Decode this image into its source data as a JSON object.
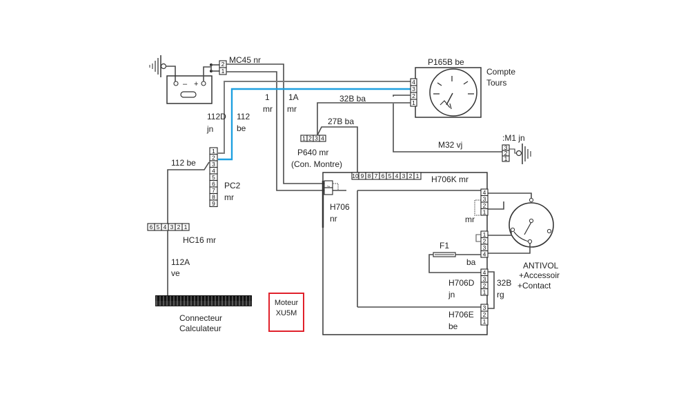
{
  "diagram": {
    "title_box": {
      "line1": "Moteur",
      "line2": "XU5M",
      "highlight_color": "#e0202a"
    },
    "wire_highlight_color": "#1ea0e0",
    "components": {
      "battery": {
        "minus": "–",
        "plus": "+"
      },
      "mc45": {
        "label": "MC45 nr",
        "pins": [
          "1",
          "2"
        ]
      },
      "compte_tours": {
        "label": "P165B be",
        "name_line1": "Compte",
        "name_line2": "Tours",
        "pins": [
          "4",
          "3",
          "2",
          "1"
        ]
      },
      "p640": {
        "label": "P640 mr",
        "sublabel": "(Con. Montre)",
        "pins": [
          "1",
          "2",
          "3",
          "4"
        ]
      },
      "m1": {
        "label": ":M1 jn",
        "pins": [
          "3",
          "2",
          "1"
        ]
      },
      "pc2": {
        "label_line1": "PC2",
        "label_line2": "mr",
        "pins": [
          "1",
          "2",
          "3",
          "4",
          "5",
          "6",
          "7",
          "8",
          "9"
        ]
      },
      "hc16": {
        "label": "HC16 mr",
        "pins": [
          "6",
          "5",
          "4",
          "3",
          "2",
          "1"
        ]
      },
      "connecteur": {
        "line1": "Connecteur",
        "line2": "Calculateur"
      },
      "h706": {
        "line1": "H706",
        "line2": "nr"
      },
      "h706k": {
        "label": "H706K mr",
        "pins": [
          "10",
          "9",
          "8",
          "7",
          "6",
          "5",
          "4",
          "3",
          "2",
          "1"
        ]
      },
      "antivol": {
        "line1": "ANTIVOL",
        "line2": "+Accessoir",
        "line3": "+Contact",
        "mr_label": "mr",
        "pins_top": [
          "4",
          "3",
          "2",
          "1"
        ],
        "pins_bottom": [
          "1",
          "2",
          "3",
          "4"
        ]
      },
      "fuse": {
        "label": "F1",
        "wire": "ba"
      },
      "h706d": {
        "line1": "H706D",
        "line2": "jn",
        "pins": [
          "4",
          "3",
          "2",
          "1"
        ]
      },
      "h706e": {
        "line1": "H706E",
        "line2": "be",
        "pins": [
          "3",
          "2",
          "1"
        ]
      }
    },
    "wires": {
      "w_112D": {
        "line1": "112D",
        "line2": "jn"
      },
      "w_112": {
        "line1": "112",
        "line2": "be"
      },
      "w_1": {
        "line1": "1",
        "line2": "mr"
      },
      "w_1A": {
        "line1": "1A",
        "line2": "mr"
      },
      "w_32B_ba": "32B ba",
      "w_27B_ba": "27B ba",
      "w_M32": "M32 vj",
      "w_112_be": "112 be",
      "w_112A": {
        "line1": "112A",
        "line2": "ve"
      },
      "w_32B_rg": {
        "line1": "32B",
        "line2": "rg"
      }
    }
  }
}
